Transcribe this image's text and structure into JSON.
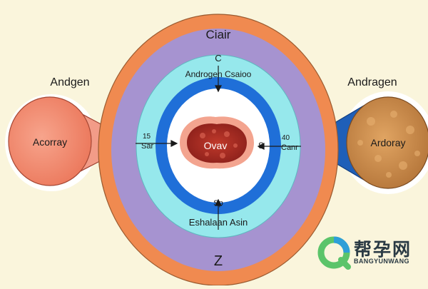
{
  "diagram": {
    "title": "Ciair",
    "top_c": "C",
    "inner_top_label": "Androgen Csaioo",
    "center_label": "Ovav",
    "left_inner_num": "15",
    "left_inner_label": "Sar",
    "right_inner_label": "S",
    "right_inner_num": "40",
    "right_inner_word": "Canr",
    "bottom_small": "Sp",
    "bottom_label": "Eshalaan Asin",
    "bottom_z": "Z",
    "left_label": "Andgen",
    "left_circle_label": "Acorray",
    "right_label": "Andragen",
    "right_circle_label": "Ardoray"
  },
  "colors": {
    "background": "#faf5dc",
    "outer_orange": "#f08a50",
    "purple": "#a693d0",
    "cyan": "#96e8ec",
    "blue_ring": "#1f6fd8",
    "white_core": "#ffffff",
    "ovary_pink": "#f3a48f",
    "ovary_red": "#9e2a24",
    "left_circle": "#f58c72",
    "right_circle": "#c88a48",
    "left_cone": "#f29c88",
    "right_cone": "#1f5fb8"
  },
  "watermark": {
    "icon": "bangyunwang-logo-icon",
    "cn": "帮孕网",
    "en": "BANGYUNWANG"
  }
}
